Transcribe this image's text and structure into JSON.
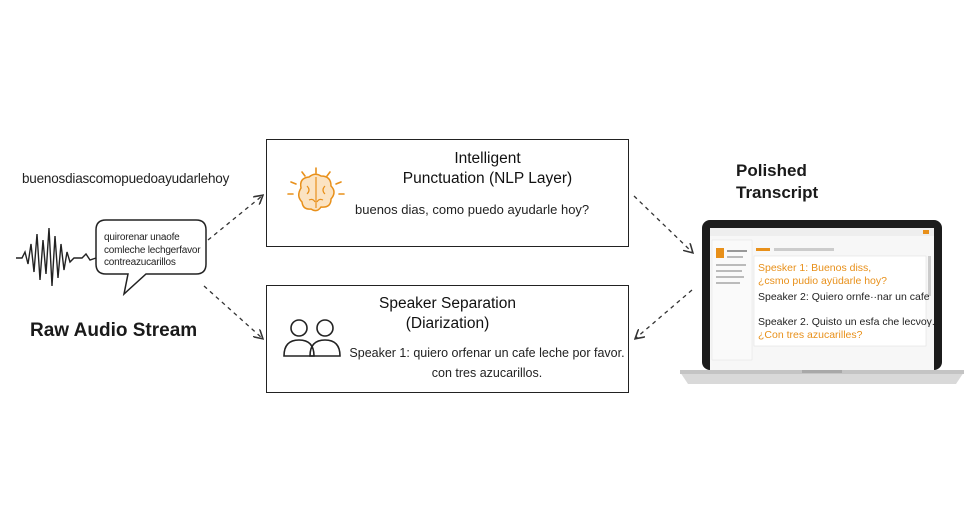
{
  "raw": {
    "stream_text": "buenosdiascomopuedoayudarlehoy",
    "bubble_lines": [
      "quirorenar unaofe",
      "comleche lechgerfavor",
      "contreazucarillos"
    ],
    "title": "Raw Audio Stream"
  },
  "punctuation": {
    "title_lines": [
      "Intelligent",
      "Punctuation (NLP Layer)"
    ],
    "output": "buenos dias, como puedo ayudarle hoy?",
    "icon": "brain-icon",
    "icon_color": "#e8901a"
  },
  "diarization": {
    "title_lines": [
      "Speaker Separation",
      "(Diarization)"
    ],
    "output_lines": [
      "Speaker 1: quiero orfenar un cafe leche por favor.",
      "con tres azucarillos."
    ],
    "icon": "people-icon"
  },
  "polished": {
    "title_lines": [
      "Polished",
      "Transcript"
    ],
    "screen_lines": [
      {
        "text": "Spesker 1: Buenos diss,",
        "color": "#e8901a"
      },
      {
        "text": "¿csmo pudio ayüdarle hoy?",
        "color": "#e8901a"
      },
      {
        "text": "Speaker 2: Quiero ornfe··nar un cafe",
        "color": "#222222"
      },
      {
        "text": "Speaker 2. Quisto un esfa che lecνoγ.",
        "color": "#222222"
      },
      {
        "text": "¿Con tres azucarilles?",
        "color": "#e8901a"
      }
    ]
  },
  "colors": {
    "accent": "#e8901a",
    "stroke": "#222222",
    "arrow": "#333333"
  }
}
